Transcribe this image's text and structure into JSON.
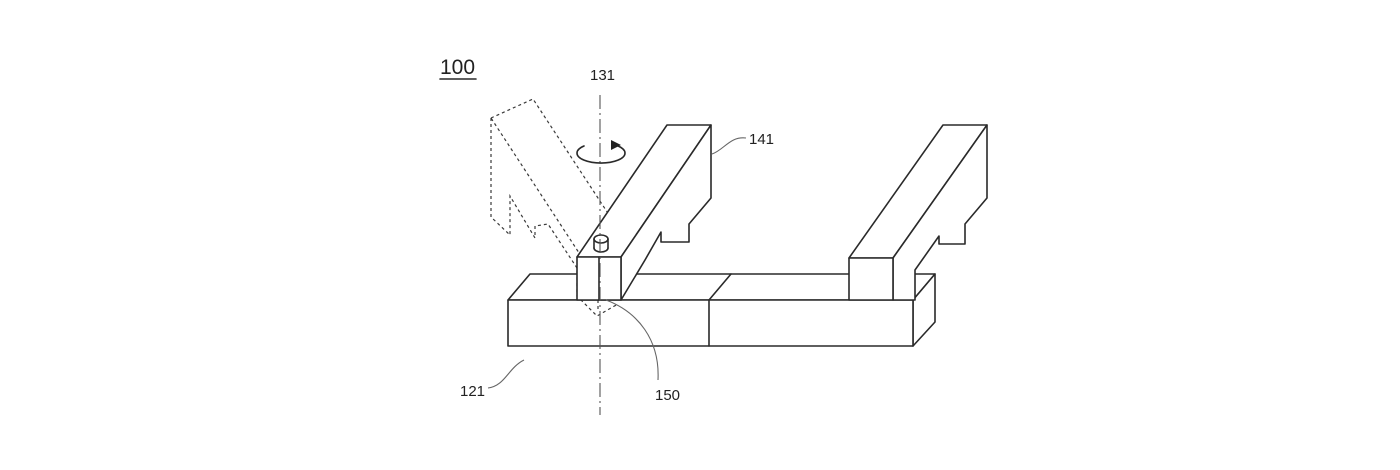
{
  "figure": {
    "labels": {
      "assembly": "100",
      "axis": "131",
      "arm": "141",
      "base": "121",
      "pin": "150"
    },
    "icons": {
      "rotation": "rotation-arrow-icon"
    }
  }
}
